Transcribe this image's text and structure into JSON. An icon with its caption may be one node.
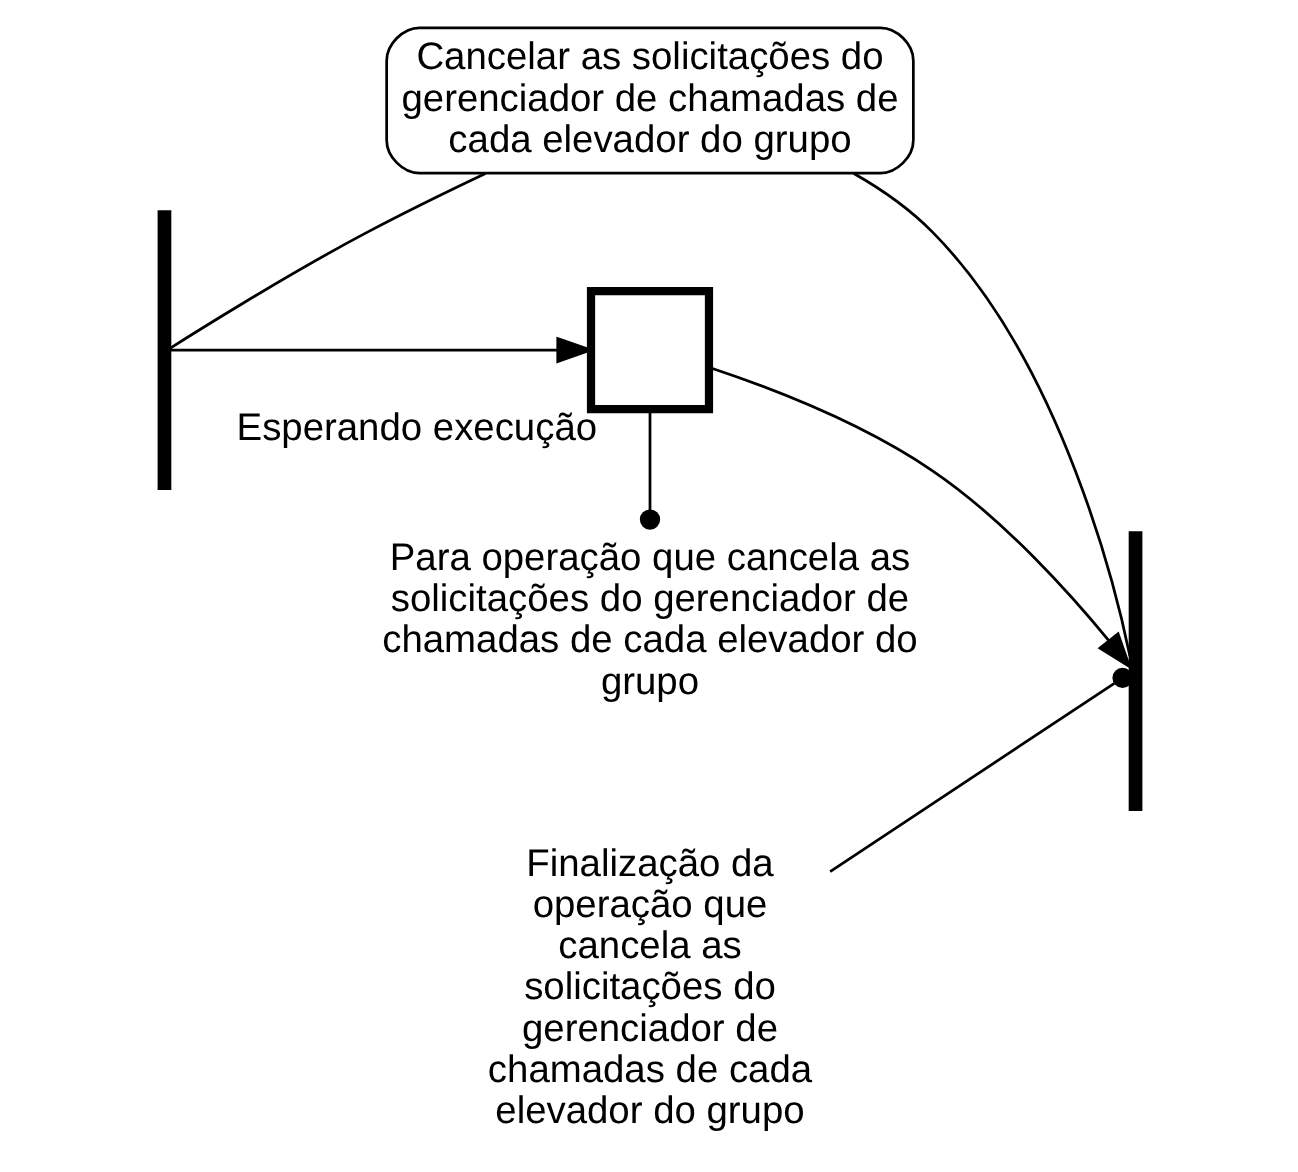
{
  "diagram": {
    "nodes": [
      {
        "text": [
          "Cancelar as solicitações do gerenciador de chamadas de cada elevador do grupo"
        ]
      },
      {
        "text": [],
        "shape": "bar"
      },
      {
        "text": [],
        "shape": "box",
        "beside": [
          "Esperando execução"
        ]
      },
      {
        "text": [],
        "shape": "bar"
      },
      {
        "text": [
          "Para operação que cancela as solicitações do gerenciador de chamadas de cada elevador do grupo"
        ]
      },
      {
        "text": [
          "Finalização da operação que cancela as solicitações do gerenciador de chamadas de cada elevador do grupo"
        ]
      }
    ],
    "edges": [
      {
        "from": 0,
        "to": 1,
        "arrow": "none"
      },
      {
        "from": 0,
        "to": 3,
        "arrow": "none"
      },
      {
        "from": 1,
        "to": 2,
        "arrow": "to"
      },
      {
        "from": 2,
        "to": 3,
        "arrow": "to"
      },
      {
        "from": 2,
        "to": 4,
        "arrow": "other"
      },
      {
        "from": 5,
        "to": 3,
        "arrow": "other"
      }
    ]
  }
}
